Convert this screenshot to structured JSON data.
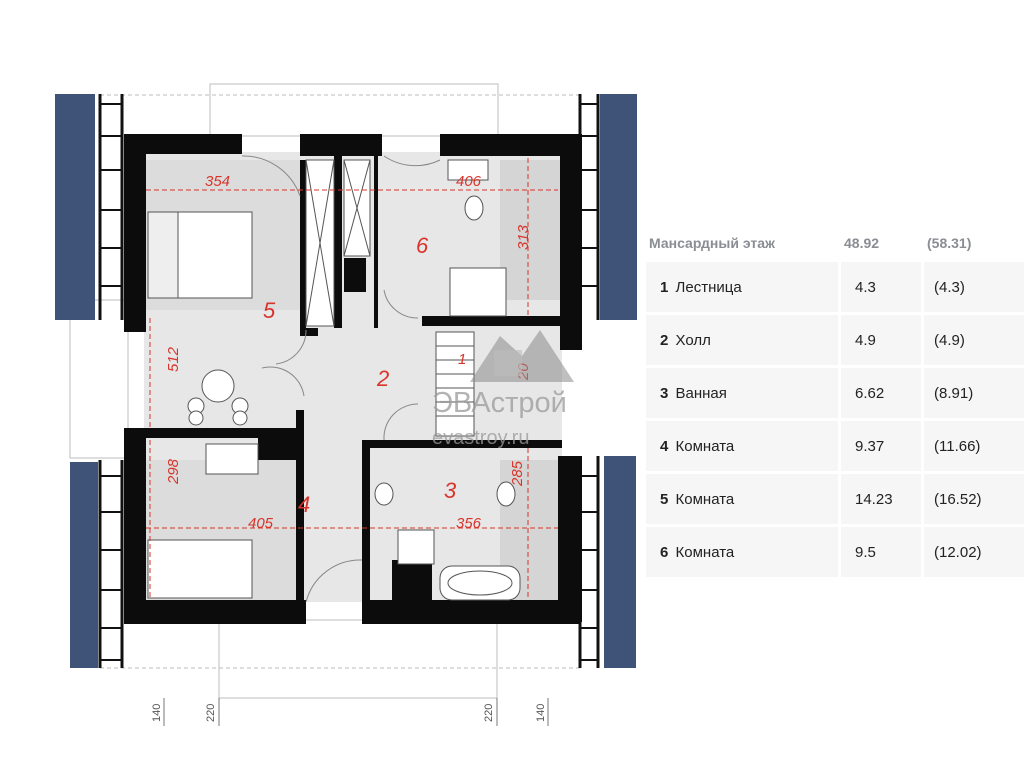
{
  "plan": {
    "room_labels": [
      "5",
      "6",
      "2",
      "4",
      "3"
    ],
    "dimensions": [
      "354",
      "406",
      "313",
      "512",
      "298",
      "405",
      "356",
      "285"
    ],
    "stair_marks": [
      "1",
      "20"
    ],
    "bottom_dims": [
      "140",
      "220",
      "220",
      "140"
    ],
    "watermark": {
      "title": "ЭВАстрой",
      "url": "evastroy.ru"
    },
    "roof_color": "#3f5378",
    "dimension_color": "#d9342b"
  },
  "table": {
    "header": {
      "name": "Мансардный этаж",
      "area": "48.92",
      "gross": "(58.31)"
    },
    "rows": [
      {
        "num": "1",
        "name": "Лестница",
        "area": "4.3",
        "gross": "(4.3)"
      },
      {
        "num": "2",
        "name": "Холл",
        "area": "4.9",
        "gross": "(4.9)"
      },
      {
        "num": "3",
        "name": "Ванная",
        "area": "6.62",
        "gross": "(8.91)"
      },
      {
        "num": "4",
        "name": "Комната",
        "area": "9.37",
        "gross": "(11.66)"
      },
      {
        "num": "5",
        "name": "Комната",
        "area": "14.23",
        "gross": "(16.52)"
      },
      {
        "num": "6",
        "name": "Комната",
        "area": "9.5",
        "gross": "(12.02)"
      }
    ]
  }
}
